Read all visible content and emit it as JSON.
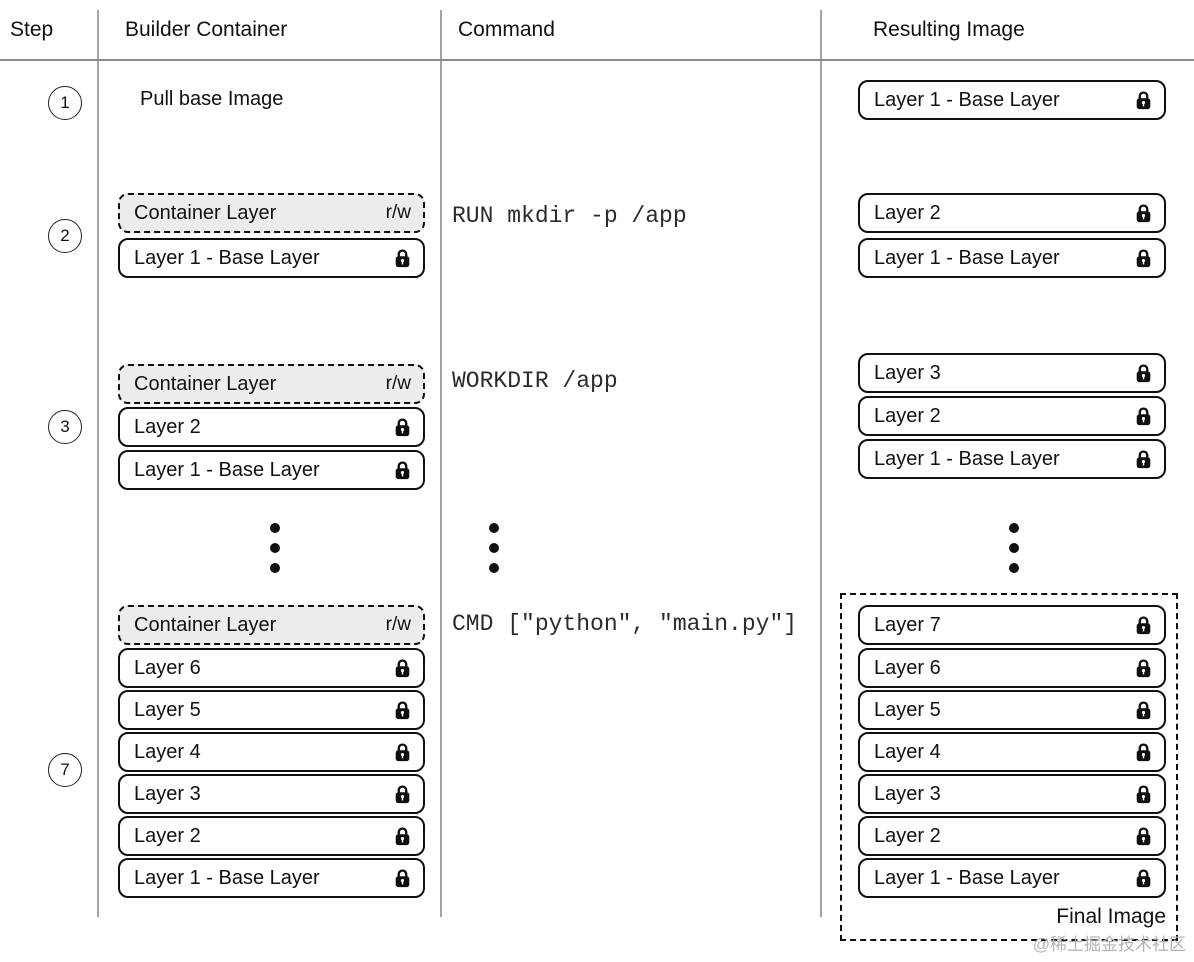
{
  "header": {
    "columns": [
      "Step",
      "Builder Container",
      "Command",
      "Resulting Image"
    ]
  },
  "steps": [
    {
      "number": "1",
      "builder_note": "Pull base Image",
      "resulting_layers": [
        "Layer 1 - Base Layer"
      ]
    },
    {
      "number": "2",
      "container_layer_label": "Container Layer",
      "container_layer_mode": "r/w",
      "builder_layers": [
        "Layer 1 - Base Layer"
      ],
      "command": "RUN mkdir -p /app",
      "resulting_layers": [
        "Layer 2",
        "Layer 1 - Base Layer"
      ]
    },
    {
      "number": "3",
      "container_layer_label": "Container Layer",
      "container_layer_mode": "r/w",
      "builder_layers": [
        "Layer 2",
        "Layer 1 - Base Layer"
      ],
      "command": "WORKDIR /app",
      "resulting_layers": [
        "Layer 3",
        "Layer 2",
        "Layer 1 - Base Layer"
      ]
    },
    {
      "number": "7",
      "container_layer_label": "Container Layer",
      "container_layer_mode": "r/w",
      "builder_layers": [
        "Layer 6",
        "Layer 5",
        "Layer 4",
        "Layer 3",
        "Layer 2",
        "Layer 1 - Base Layer"
      ],
      "command": "CMD [\"python\", \"main.py\"]",
      "resulting_layers": [
        "Layer 7",
        "Layer 6",
        "Layer 5",
        "Layer 4",
        "Layer 3",
        "Layer 2",
        "Layer 1 - Base Layer"
      ],
      "final_image_label": "Final Image"
    }
  ],
  "watermark": "@稀土掘金技术社区",
  "colors": {
    "container_layer_fill": "#ececec",
    "box_border": "#0f0f0f",
    "grid_line": "#a3a3a3",
    "watermark_text": "#b3b3b3"
  }
}
